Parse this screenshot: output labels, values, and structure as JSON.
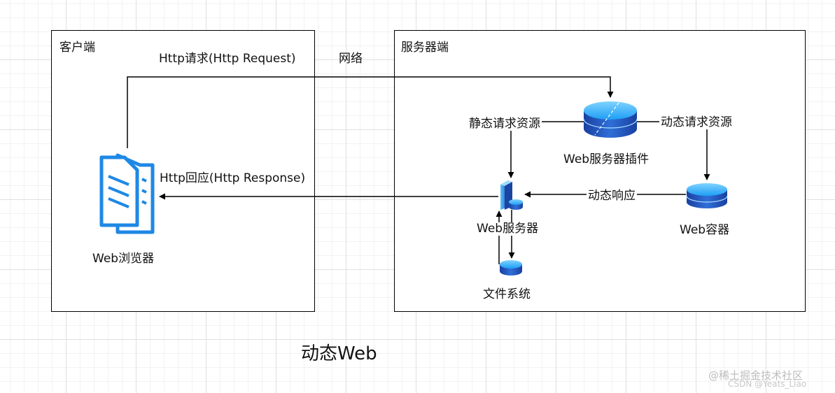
{
  "title": "动态Web",
  "client": {
    "label": "客户端",
    "browser_label": "Web浏览器"
  },
  "server": {
    "label": "服务器端",
    "plugin_label": "Web服务器插件",
    "web_server_label": "Web服务器",
    "container_label": "Web容器",
    "filesystem_label": "文件系统"
  },
  "edges": {
    "request": "Http请求(Http Request)",
    "network": "网络",
    "response": "Http回应(Http Response)",
    "static": "静态请求资源",
    "dynamic": "动态请求资源",
    "dynamic_response": "动态响应"
  },
  "watermark": {
    "line1": "@稀土掘金技术社区",
    "line2": "CSDN @Yeats_Liao"
  },
  "colors": {
    "icon_blue": "#1e88e5",
    "db_top": "#3fb6ff",
    "db_body": "#1a4fb5"
  },
  "icons": {
    "browser": "document-stack-icon",
    "plugin": "database-cylinder-icon",
    "container": "database-cylinder-icon",
    "server": "server-tower-icon",
    "filesystem": "database-cylinder-icon"
  }
}
